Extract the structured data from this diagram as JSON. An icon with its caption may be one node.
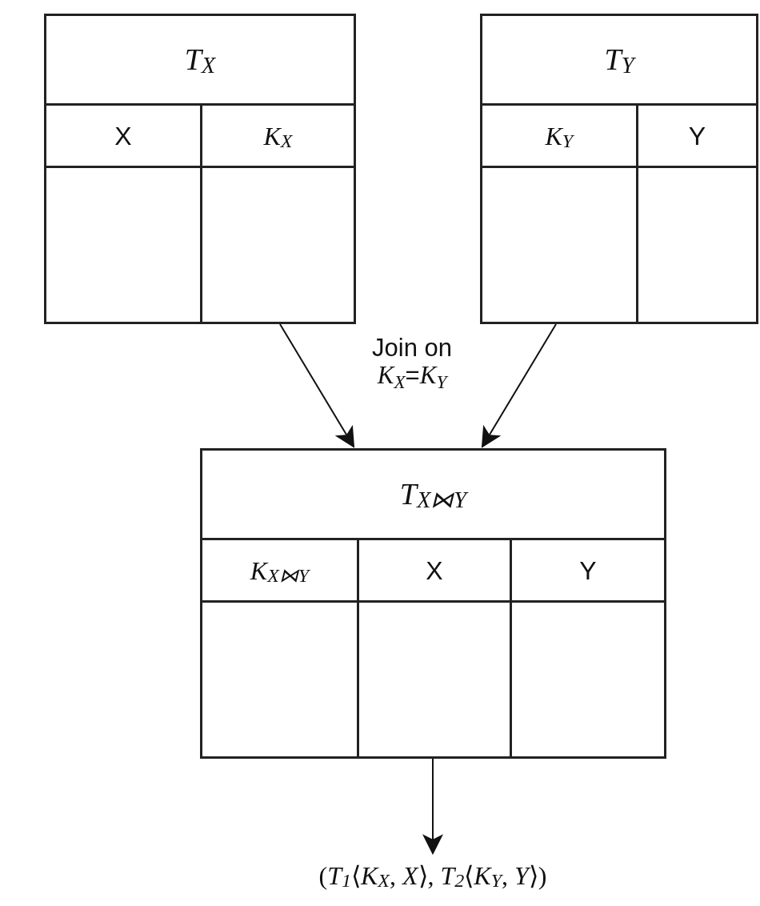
{
  "diagram": {
    "nodes": [
      {
        "text": [
          "*T*$_{X}$",
          "X",
          "*K*$_{X}$"
        ]
      },
      {
        "text": [
          "*T*$_{Y}$",
          "*K*$_{Y}$",
          "Y"
        ]
      },
      {
        "text": [
          "*T*$_{X⋈Y}$",
          "*K*$_{X⋈Y}$",
          "X",
          "Y"
        ]
      },
      {
        "text": [
          "(*T*$_{1}$⟨*K*$_{X}$, *X*⟩, *T*$_{2}$⟨*K*$_{Y}$, *Y*⟩)"
        ]
      }
    ],
    "edges": [
      {
        "from": 0,
        "to": 2,
        "arrow": "to",
        "label": "Join on *K*$_{X}$=*K*$_{Y}$"
      },
      {
        "from": 1,
        "to": 2,
        "arrow": "to"
      },
      {
        "from": 2,
        "to": 3,
        "arrow": "to"
      }
    ]
  }
}
